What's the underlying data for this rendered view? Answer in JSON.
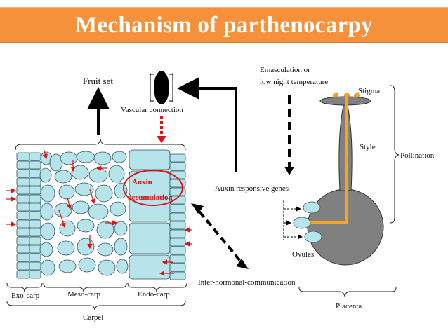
{
  "title": "Mechanism of parthenocarpy",
  "labels": {
    "fruit_set": "Fruit set",
    "vascular_connection": "Vascular connection",
    "emasculation_line1": "Emasculation or",
    "emasculation_line2": "low night temperature",
    "stigma": "Stigma",
    "style": "Style",
    "pollination": "Pollination",
    "auxin_line1": "Auxin",
    "auxin_line2": "accumulation",
    "auxin_responsive_genes": "Auxin responsive genes",
    "ovules": "Ovules",
    "inter_hormonal": "Inter-hormonal-communication",
    "exo_carp": "Exo-carp",
    "meso_carp": "Meso-carp",
    "endo_carp": "Endo-carp",
    "carpel": "Carpel",
    "placenta": "Placenta"
  },
  "colors": {
    "title_bar": "#f5913a",
    "cell_fill": "#b7e3ea",
    "accent_red": "#e01010",
    "pistil_gray": "#808080",
    "pollen_tube": "#f7a51c"
  }
}
